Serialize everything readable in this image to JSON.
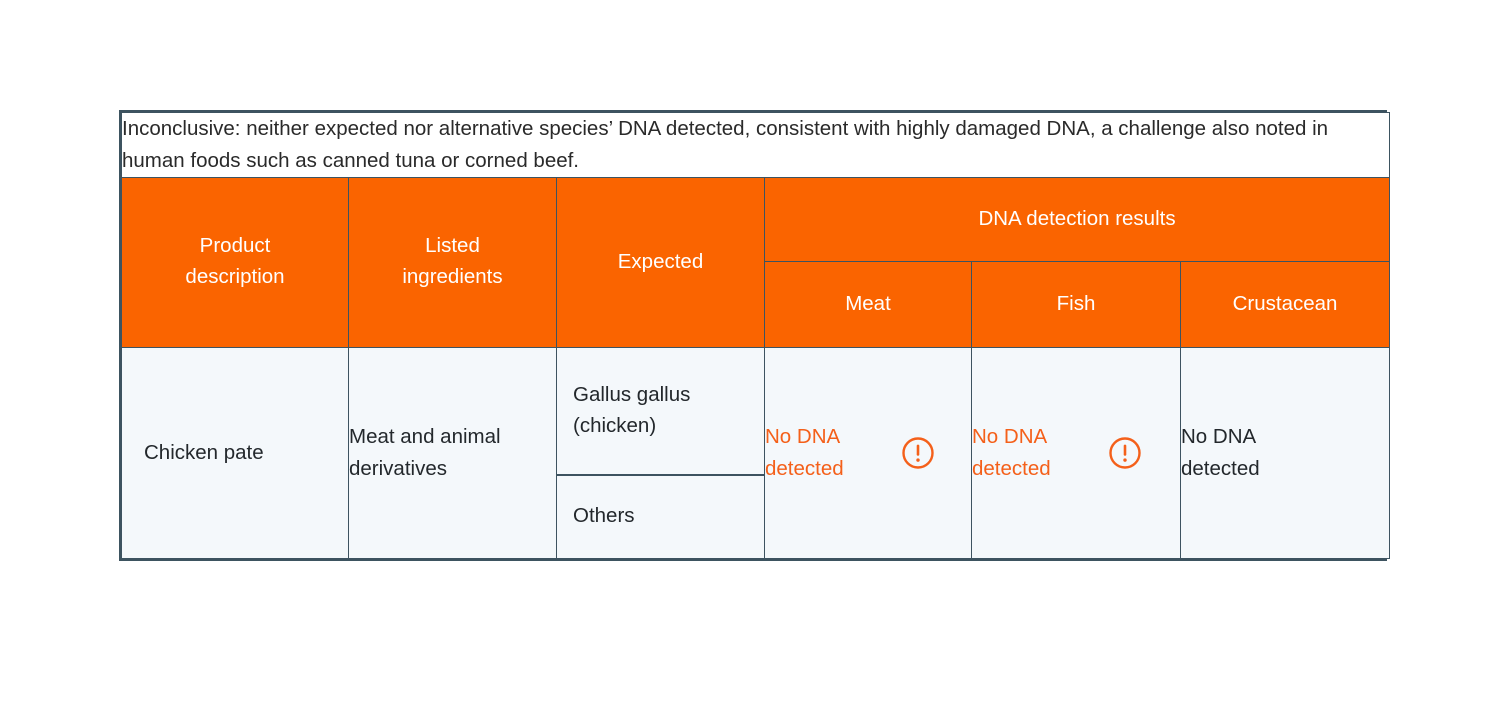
{
  "colors": {
    "header_orange": "#fa6400",
    "alert_orange": "#f4601a",
    "border": "#3d5360",
    "body_bg": "#f4f8fb",
    "text_dark": "#23282c"
  },
  "caption": {
    "text": "Inconclusive: neither expected nor alternative species’ DNA detected, consistent with highly damaged DNA, a challenge also noted in human foods such as canned tuna or corned beef."
  },
  "table": {
    "headers": {
      "product_description": "Product\ndescription",
      "listed_ingredients": "Listed\ningredients",
      "expected": "Expected",
      "group_results": "DNA detection results",
      "meat": "Meat",
      "fish": "Fish",
      "crustacean": "Crustacean"
    },
    "rows": [
      {
        "product_description": "Chicken pate",
        "listed_ingredients": "Meat and animal derivatives",
        "expected_primary": "Gallus gallus (chicken)",
        "expected_secondary": "Others",
        "meat_result": "No DNA detected",
        "meat_alert": "warning-icon",
        "fish_result": "No DNA detected",
        "fish_alert": "warning-icon",
        "crustacean_result": "No DNA detected"
      }
    ]
  }
}
